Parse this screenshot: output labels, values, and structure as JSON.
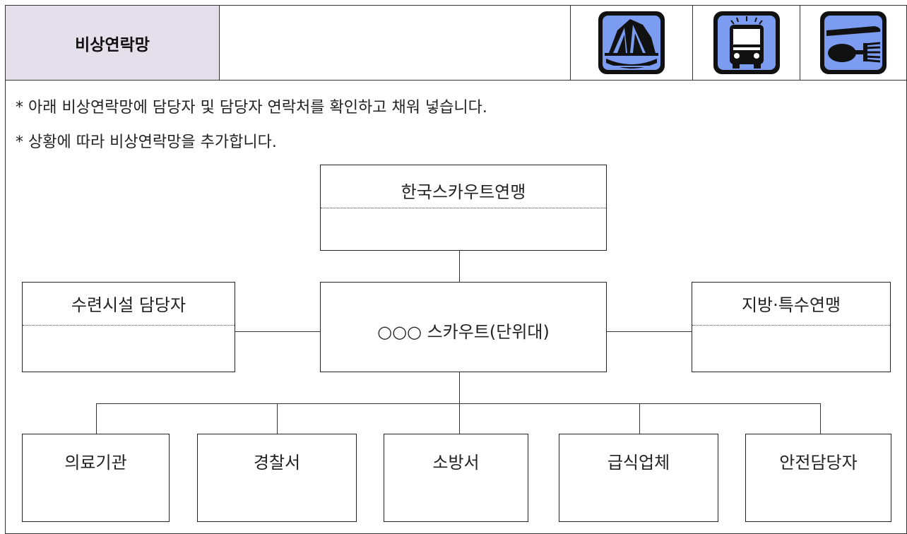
{
  "header": {
    "title": "비상연락망",
    "icons": [
      "ship-icon",
      "bus-icon",
      "cutlery-icon"
    ],
    "icon_fill": "#7b9cf0"
  },
  "instructions": [
    "* 아래 비상연락망에 담당자 및 담당자 연락처를 확인하고 채워 넣습니다.",
    "* 상황에 따라 비상연락망을 추가합니다."
  ],
  "chart": {
    "top": "한국스카우트연맹",
    "center": "○○○ 스카우트(단위대)",
    "left": "수련시설 담당자",
    "right": "지방·특수연맹",
    "bottom": [
      "의료기관",
      "경찰서",
      "소방서",
      "급식업체",
      "안전담당자"
    ]
  }
}
